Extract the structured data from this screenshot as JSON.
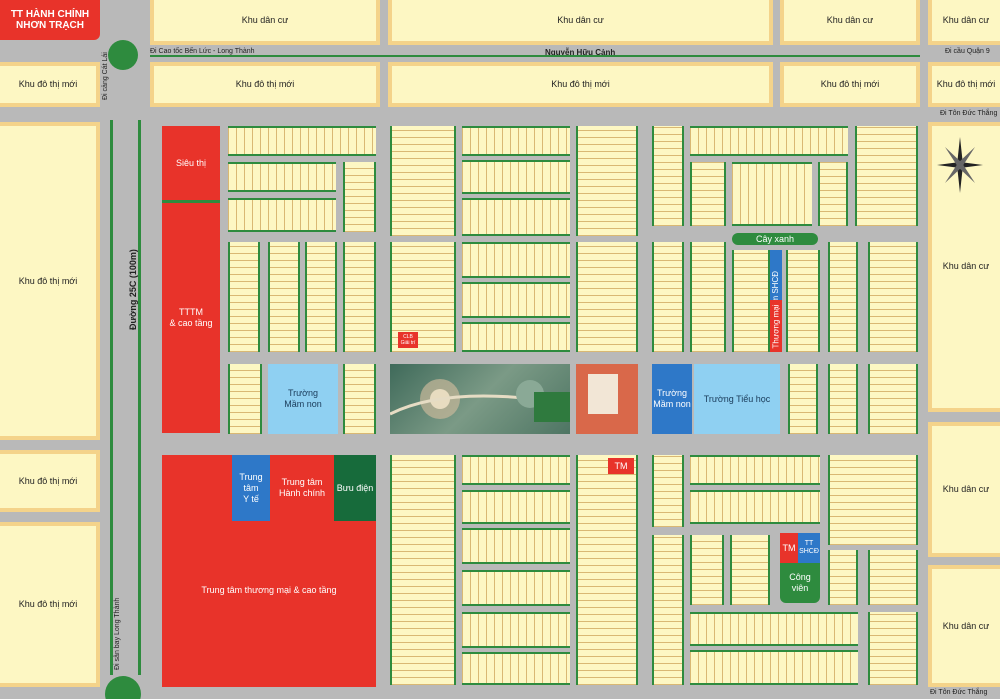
{
  "title": {
    "line1": "TT HÀNH CHÍNH",
    "line2": "NHƠN TRẠCH"
  },
  "roads": {
    "top_left_label": "Đi Cao tốc Bến Lức - Long Thành",
    "top_main": "Nguyễn Hữu Cảnh",
    "top_right_label": "Đi cầu Quận 9",
    "left_vertical_top": "Đi cảng Cát Lái",
    "left_vertical_main": "Đường 25C (100m)",
    "left_vertical_bottom": "Đi sân bay Long Thành",
    "right_label_top": "Đi Tôn Đức Thắng",
    "right_label_bottom": "Đi Tôn Đức Thắng"
  },
  "areas": {
    "dan_cu": "Khu dân cư",
    "do_thi_moi": "Khu đô thị mới"
  },
  "zones": {
    "sieu_thi": "Siêu thị",
    "tttm": "TTTM\n& cao tầng",
    "truong_mn_left": "Trường\nMầm non",
    "truong_mn_right": "Trường\nMầm non",
    "truong_th": "Trường Tiểu học",
    "tt_yte": "Trung tâm\nY tế",
    "tt_hanhchinh": "Trung tâm\nHành chính",
    "buu_dien": "Bưu điện",
    "tt_thuongmai": "Trung tâm thương mại & cao tầng",
    "cay_xanh": "Cây xanh",
    "tt_shcd_vert": "Trung tâm SHCĐ",
    "thuong_mai_vert": "Thương mại",
    "clb": "CLB\nGiải trí",
    "tm": "TM",
    "tm2": "TM",
    "tt_shcd": "TT\nSHCĐ",
    "cong_vien": "Công viên"
  },
  "colors": {
    "red": "#e8332a",
    "blue": "#2e78c8",
    "green": "#2e8b3e",
    "lightblue": "#8fd0f2",
    "cream": "#fdf7c3",
    "road": "#b9b9b9"
  }
}
